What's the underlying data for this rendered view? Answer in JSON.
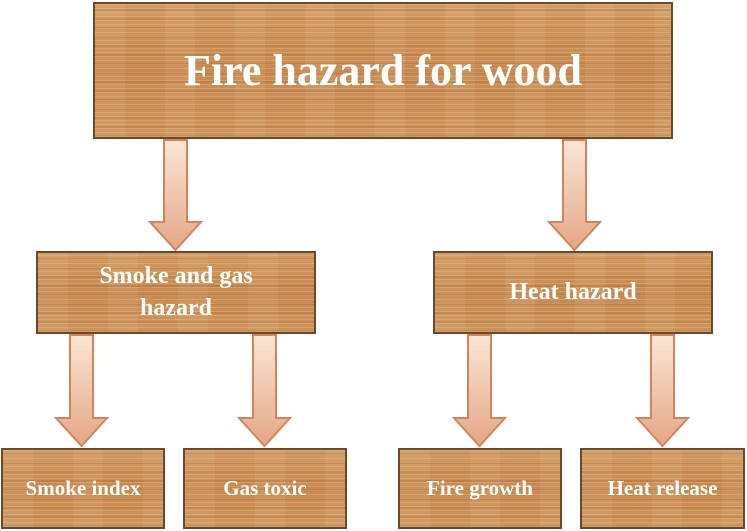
{
  "root": {
    "label": "Fire hazard for wood"
  },
  "branches": [
    {
      "label": "Smoke and gas hazard",
      "children": [
        {
          "label": "Smoke index"
        },
        {
          "label": "Gas toxic"
        }
      ]
    },
    {
      "label": "Heat hazard",
      "children": [
        {
          "label": "Fire growth"
        },
        {
          "label": "Heat release"
        }
      ]
    }
  ],
  "colors": {
    "box_fill": "#c98b52",
    "box_border": "#6b4a2c",
    "text": "#ffffff",
    "arrow_top": "#fbe6d6",
    "arrow_bottom": "#e3a785",
    "arrow_border": "#d4845c"
  }
}
